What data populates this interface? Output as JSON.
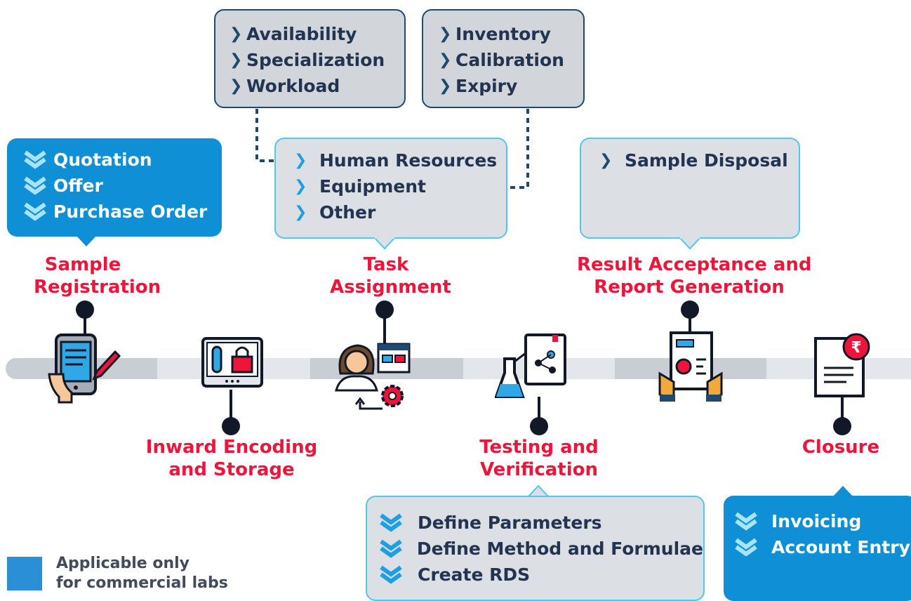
{
  "colors": {
    "accent_red": "#f0133a",
    "blue": "#0f8fd6",
    "dark": "#1f4a6e",
    "cyan": "#4dc8ee",
    "track": "#c9ced4"
  },
  "top_boxes": {
    "resources": {
      "items": [
        "Availability",
        "Specialization",
        "Workload"
      ]
    },
    "equipment": {
      "items": [
        "Inventory",
        "Calibration",
        "Expiry"
      ]
    }
  },
  "bubbles": {
    "registration": {
      "items": [
        "Quotation",
        "Offer",
        "Purchase Order"
      ]
    },
    "assignment": {
      "items": [
        "Human Resources",
        "Equipment",
        "Other"
      ]
    },
    "report": {
      "items": [
        "Sample Disposal"
      ]
    },
    "testing": {
      "items": [
        "Define Parameters",
        "Define Method and Formulae",
        "Create RDS"
      ]
    },
    "closure": {
      "items": [
        "Invoicing",
        "Account Entry"
      ]
    }
  },
  "steps": {
    "s1": {
      "line1": "Sample",
      "line2": "Registration",
      "icon": "tablet-pen-icon"
    },
    "s2": {
      "line1": "Inward Encoding",
      "line2": "and Storage",
      "icon": "monitor-lock-icon"
    },
    "s3": {
      "line1": "Task",
      "line2": "Assignment",
      "icon": "person-gear-icon"
    },
    "s4": {
      "line1": "Testing and",
      "line2": "Verification",
      "icon": "flask-chart-icon"
    },
    "s5": {
      "line1": "Result Acceptance and",
      "line2": "Report Generation",
      "icon": "report-hands-icon"
    },
    "s6": {
      "line1": "Closure",
      "icon": "invoice-rupee-icon"
    }
  },
  "legend": {
    "line1": "Applicable only",
    "line2": "for commercial labs"
  }
}
